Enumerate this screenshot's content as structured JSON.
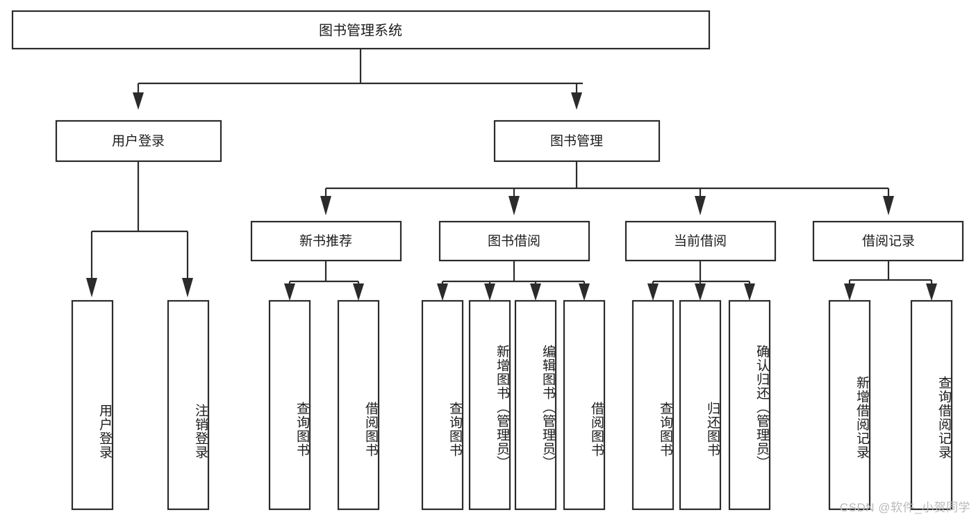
{
  "diagram": {
    "title": "图书管理系统",
    "watermark": "CSDN @软件_小贺同学",
    "colors": {
      "background": "#ffffff",
      "stroke": "#2b2b2b",
      "text": "#1c1c1c",
      "watermark": "#b9b9b9"
    },
    "root": {
      "id": "root",
      "label": "图书管理系统"
    },
    "level2": [
      {
        "id": "user-login",
        "label": "用户登录"
      },
      {
        "id": "book-manage",
        "label": "图书管理"
      }
    ],
    "level3": [
      {
        "id": "new-book-recommend",
        "label": "新书推荐",
        "parent": "book-manage"
      },
      {
        "id": "book-borrow",
        "label": "图书借阅",
        "parent": "book-manage"
      },
      {
        "id": "current-borrow",
        "label": "当前借阅",
        "parent": "book-manage"
      },
      {
        "id": "borrow-record",
        "label": "借阅记录",
        "parent": "book-manage"
      }
    ],
    "leaves": [
      {
        "id": "leaf-user-login",
        "label": "用户登录",
        "parent": "user-login"
      },
      {
        "id": "leaf-logout",
        "label": "注销登录",
        "parent": "user-login"
      },
      {
        "id": "leaf-query-book-1",
        "label": "查询图书",
        "parent": "new-book-recommend"
      },
      {
        "id": "leaf-borrow-book-1",
        "label": "借阅图书",
        "parent": "new-book-recommend"
      },
      {
        "id": "leaf-query-book-2",
        "label": "查询图书",
        "parent": "book-borrow"
      },
      {
        "id": "leaf-add-book",
        "label": "新增图书（管理员）",
        "parent": "book-borrow"
      },
      {
        "id": "leaf-edit-book",
        "label": "编辑图书（管理员）",
        "parent": "book-borrow"
      },
      {
        "id": "leaf-borrow-book-2",
        "label": "借阅图书",
        "parent": "book-borrow"
      },
      {
        "id": "leaf-query-book-3",
        "label": "查询图书",
        "parent": "current-borrow"
      },
      {
        "id": "leaf-return-book",
        "label": "归还图书",
        "parent": "current-borrow"
      },
      {
        "id": "leaf-confirm-return",
        "label": "确认归还（管理员）",
        "parent": "current-borrow"
      },
      {
        "id": "leaf-add-record",
        "label": "新增借阅记录",
        "parent": "borrow-record"
      },
      {
        "id": "leaf-query-record",
        "label": "查询借阅记录",
        "parent": "borrow-record"
      }
    ]
  }
}
